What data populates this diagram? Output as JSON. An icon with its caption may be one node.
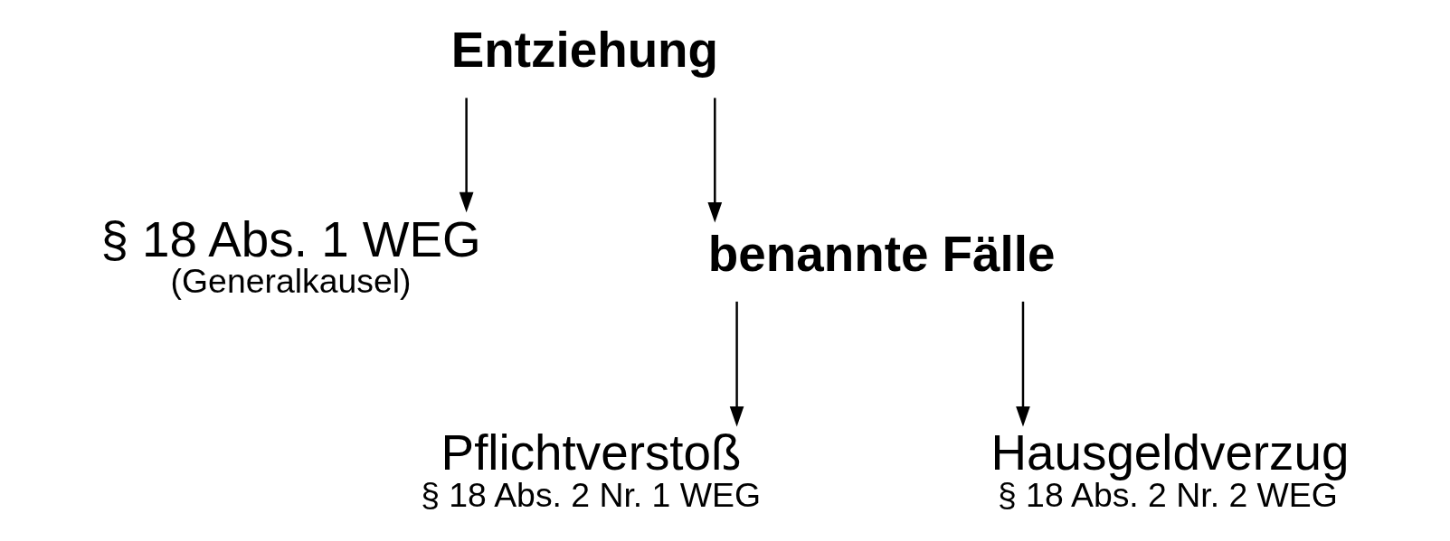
{
  "diagram": {
    "nodes": [
      {
        "text": [
          "Entziehung"
        ]
      },
      {
        "text": [
          "§ 18 Abs. 1 WEG",
          "(Generalkausel)"
        ]
      },
      {
        "text": [
          "benannte Fälle"
        ]
      },
      {
        "text": [
          "Pflichtverstoß",
          "§ 18 Abs. 2 Nr. 1 WEG"
        ]
      },
      {
        "text": [
          "Hausgeldverzug",
          "§ 18 Abs. 2 Nr. 2 WEG"
        ]
      }
    ],
    "edges": [
      {
        "from": 0,
        "to": 1,
        "arrow": "to"
      },
      {
        "from": 0,
        "to": 2,
        "arrow": "to"
      },
      {
        "from": 2,
        "to": 3,
        "arrow": "to"
      },
      {
        "from": 2,
        "to": 4,
        "arrow": "to"
      }
    ]
  }
}
